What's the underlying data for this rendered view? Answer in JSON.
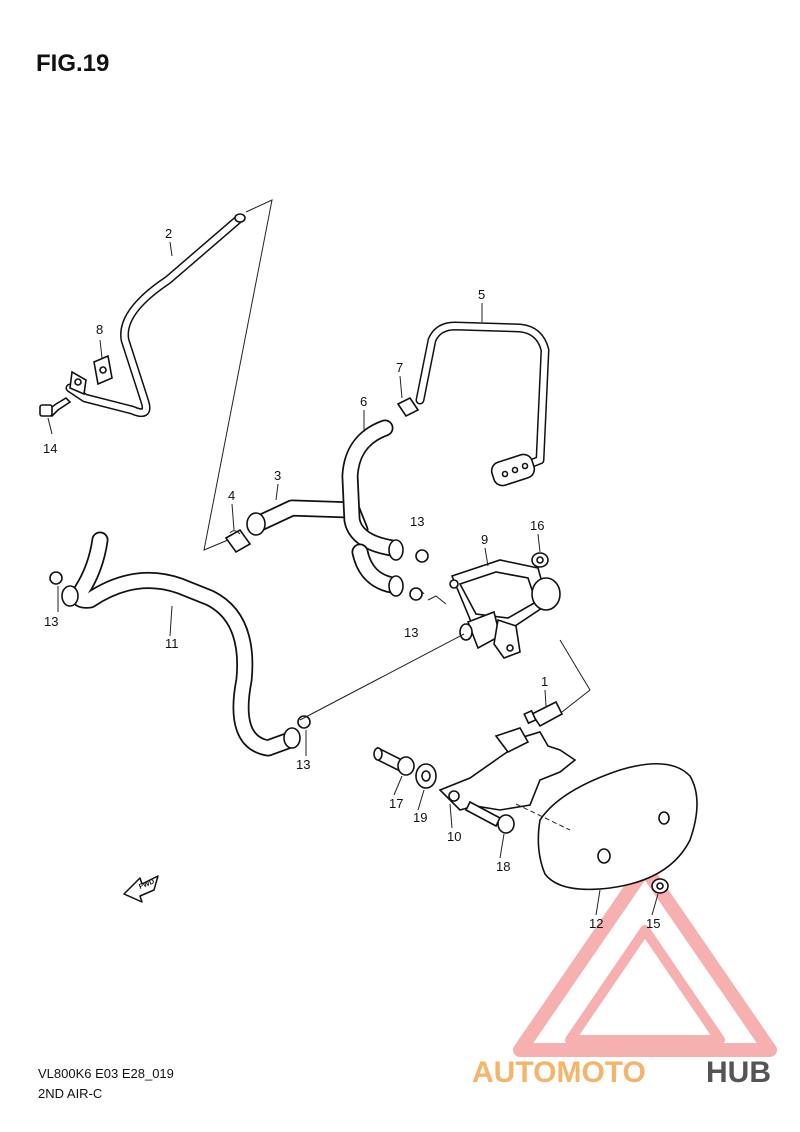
{
  "figure": {
    "title": "FIG.19",
    "model_code": "VL800K6 E03 E28_019",
    "section_name": "2ND AIR-C"
  },
  "callouts": [
    "1",
    "2",
    "3",
    "4",
    "5",
    "6",
    "7",
    "8",
    "9",
    "10",
    "11",
    "12",
    "13",
    "13",
    "13",
    "13",
    "14",
    "15",
    "16",
    "17",
    "18",
    "19"
  ],
  "fwd_label": "FWD",
  "watermark": {
    "part1": "AUTOMOTO",
    "part2": "HUB",
    "color_light": "#f5b46a",
    "color_mid": "#f08a80",
    "color_dark": "#555555"
  }
}
